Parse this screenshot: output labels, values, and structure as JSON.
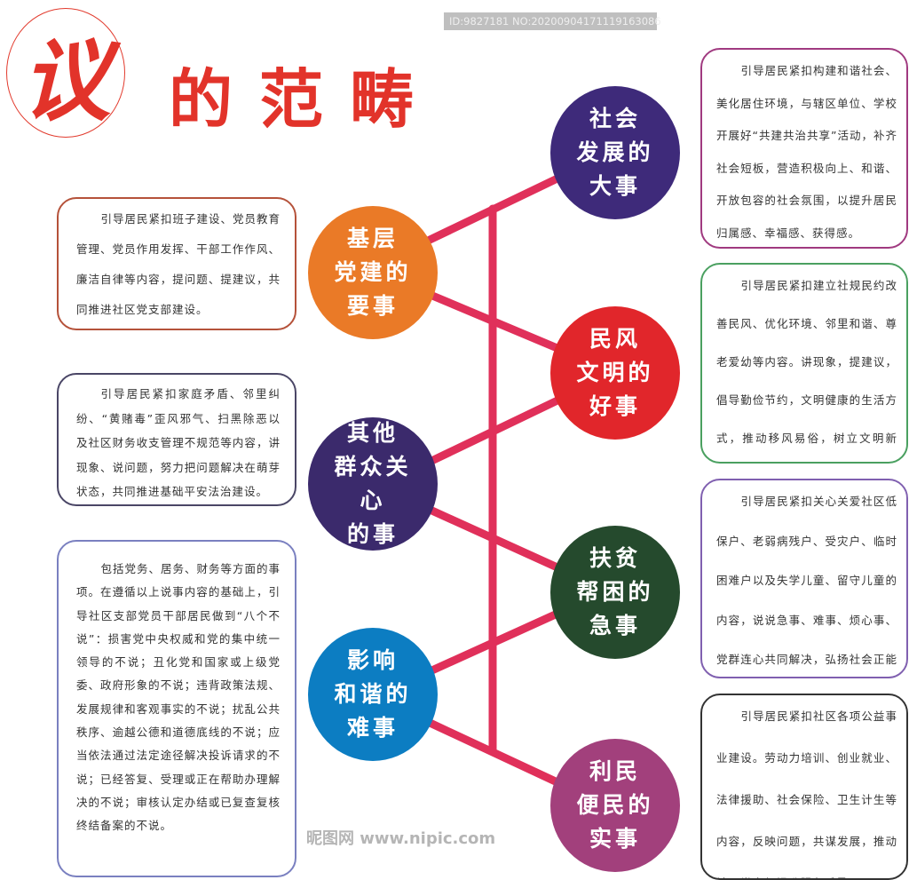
{
  "header": {
    "seal_char": "议",
    "title": "的范畴"
  },
  "colors": {
    "title": "#e2332a",
    "connector": "#e0305a"
  },
  "categories": [
    {
      "id": "party",
      "label_lines": [
        "基层",
        "党建的",
        "要事"
      ],
      "color": "#ea7a27",
      "box_border": "#b5523a",
      "text": "引导居民紧扣班子建设、党员教育管理、党员作用发挥、干部工作作风、廉洁自律等内容，提问题、提建议，共同推进社区党支部建设。"
    },
    {
      "id": "concern",
      "label_lines": [
        "其他",
        "群众关心",
        "的事"
      ],
      "color": "#3b2a6c",
      "box_border": "#4a4666",
      "text": "引导居民紧扣家庭矛盾、邻里纠纷、“黄赌毒”歪风邪气、扫黑除恶以及社区财务收支管理不规范等内容，讲现象、说问题，努力把问题解决在萌芽状态，共同推进基础平安法治建设。"
    },
    {
      "id": "harmony",
      "label_lines": [
        "影响",
        "和谐的",
        "难事"
      ],
      "color": "#0c7dc2",
      "box_border": "#7a80c0",
      "text": "包括党务、居务、财务等方面的事项。在遵循以上说事内容的基础上，引导社区支部党员干部居民做到“八个不说”：损害党中央权威和党的集中统一领导的不说；丑化党和国家或上级党委、政府形象的不说；违背政策法规、发展规律和客观事实的不说；扰乱公共秩序、逾越公德和道德底线的不说；应当依法通过法定途径解决投诉请求的不说；已经答复、受理或正在帮助办理解决的不说；审核认定办结或已复查复核终结备案的不说。"
    },
    {
      "id": "society",
      "label_lines": [
        "社会",
        "发展的",
        "大事"
      ],
      "color": "#3e2a7a",
      "box_border": "#a03a80",
      "text": "引导居民紧扣构建和谐社会、美化居住环境，与辖区单位、学校开展好“共建共治共享”活动，补齐社会短板，营造积极向上、和谐、开放包容的社会氛围，以提升居民归属感、幸福感、获得感。"
    },
    {
      "id": "custom",
      "label_lines": [
        "民风",
        "文明的",
        "好事"
      ],
      "color": "#e1262b",
      "box_border": "#4aa060",
      "text": "引导居民紧扣建立社规民约改善民风、优化环境、邻里和谐、尊老爱幼等内容。讲现象，提建议，倡导勤俭节约，文明健康的生活方式，推动移风易俗，树立文明新风。"
    },
    {
      "id": "poverty",
      "label_lines": [
        "扶贫",
        "帮困的",
        "急事"
      ],
      "color": "#254a2d",
      "box_border": "#8060b0",
      "text": "引导居民紧扣关心关爱社区低保户、老弱病残户、受灾户、临时困难户以及失学儿童、留守儿童的内容，说说急事、难事、烦心事、党群连心共同解决，弘扬社会正能量。"
    },
    {
      "id": "welfare",
      "label_lines": [
        "利民",
        "便民的",
        "实事"
      ],
      "color": "#a2407c",
      "box_border": "#333333",
      "text": "引导居民紧扣社区各项公益事业建设。劳动力培训、创业就业、法律援助、社会保险、卫生计生等内容，反映问题，共谋发展，推动社区党支部提升服务质量。"
    }
  ],
  "watermark": {
    "site": "昵图网 www.nipic.com",
    "id_line": "ID:9827181 NO:20200904171119163086"
  }
}
